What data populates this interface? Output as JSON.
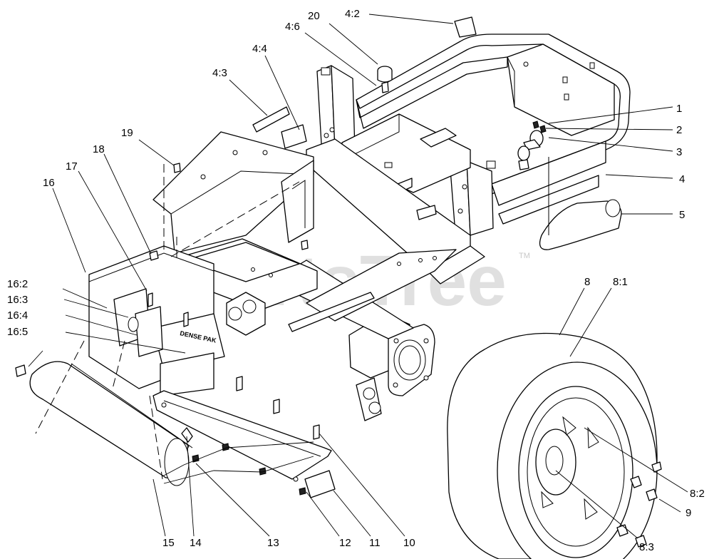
{
  "watermark": {
    "text": "PartsTree",
    "trademark": "TM"
  },
  "decal_text": "DENSE PAK",
  "callouts": [
    {
      "id": "c-20",
      "label": "20"
    },
    {
      "id": "c-4-2",
      "label": "4:2"
    },
    {
      "id": "c-4-6",
      "label": "4:6"
    },
    {
      "id": "c-4-4",
      "label": "4:4"
    },
    {
      "id": "c-4-3",
      "label": "4:3"
    },
    {
      "id": "c-19",
      "label": "19"
    },
    {
      "id": "c-18",
      "label": "18"
    },
    {
      "id": "c-17",
      "label": "17"
    },
    {
      "id": "c-16",
      "label": "16"
    },
    {
      "id": "c-16-2",
      "label": "16:2"
    },
    {
      "id": "c-16-3",
      "label": "16:3"
    },
    {
      "id": "c-16-4",
      "label": "16:4"
    },
    {
      "id": "c-16-5",
      "label": "16:5"
    },
    {
      "id": "c-1",
      "label": "1"
    },
    {
      "id": "c-2",
      "label": "2"
    },
    {
      "id": "c-3",
      "label": "3"
    },
    {
      "id": "c-4",
      "label": "4"
    },
    {
      "id": "c-5",
      "label": "5"
    },
    {
      "id": "c-8",
      "label": "8"
    },
    {
      "id": "c-8-1",
      "label": "8:1"
    },
    {
      "id": "c-8-2",
      "label": "8:2"
    },
    {
      "id": "c-9",
      "label": "9"
    },
    {
      "id": "c-8-3",
      "label": "8:3"
    },
    {
      "id": "c-15",
      "label": "15"
    },
    {
      "id": "c-14",
      "label": "14"
    },
    {
      "id": "c-13",
      "label": "13"
    },
    {
      "id": "c-12",
      "label": "12"
    },
    {
      "id": "c-11",
      "label": "11"
    },
    {
      "id": "c-10",
      "label": "10"
    }
  ]
}
